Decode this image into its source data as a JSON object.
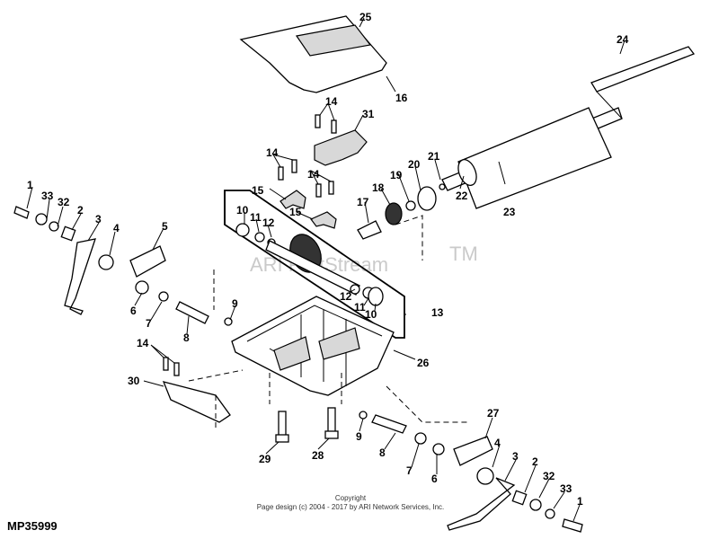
{
  "diagram": {
    "id_label": "MP35999",
    "watermark": "ARI PartStream",
    "watermark_tm": "TM",
    "copyright_line1": "Copyright",
    "copyright_line2": "Page design (c) 2004 - 2017 by ARI Network Services, Inc.",
    "callouts": {
      "c25": "25",
      "c16": "16",
      "c24": "24",
      "c14a": "14",
      "c31": "31",
      "c14b": "14",
      "c14c": "14",
      "c21": "21",
      "c20": "20",
      "c19": "19",
      "c18": "18",
      "c17": "17",
      "c22": "22",
      "c23": "23",
      "c1a": "1",
      "c33a": "33",
      "c32a": "32",
      "c2a": "2",
      "c3a": "3",
      "c4a": "4",
      "c5": "5",
      "c15a": "15",
      "c15b": "15",
      "c10a": "10",
      "c11a": "11",
      "c12a": "12",
      "c12b": "12",
      "c11b": "11",
      "c10b": "10",
      "c13": "13",
      "c6a": "6",
      "c7a": "7",
      "c8a": "8",
      "c9a": "9",
      "c14d": "14",
      "c30": "30",
      "c26": "26",
      "c29": "29",
      "c28": "28",
      "c9b": "9",
      "c8b": "8",
      "c7b": "7",
      "c6b": "6",
      "c27": "27",
      "c4b": "4",
      "c3b": "3",
      "c2b": "2",
      "c32b": "32",
      "c33b": "33",
      "c1b": "1"
    }
  }
}
